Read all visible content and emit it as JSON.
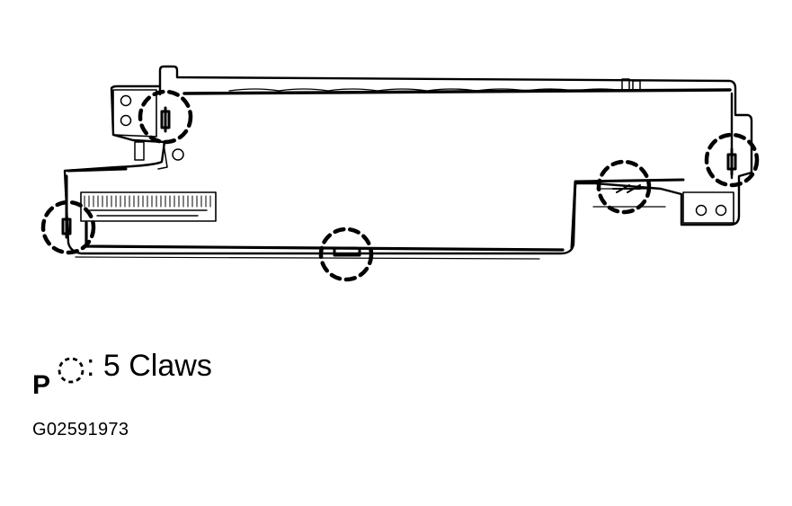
{
  "legend": {
    "letter": "P",
    "symbol": "dashed-circle-icon",
    "text": ": 5 Claws"
  },
  "figure_id": "G02591973",
  "colors": {
    "line": "#000000",
    "background": "#ffffff"
  }
}
